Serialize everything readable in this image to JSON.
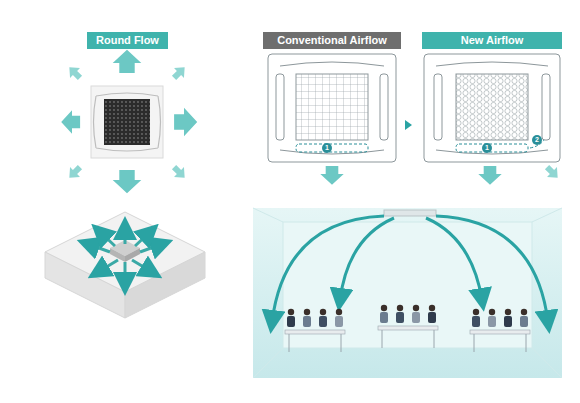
{
  "diagram": {
    "nodes": [
      {
        "text": [
          "Round Flow"
        ]
      },
      {
        "text": [
          "Conventional Airflow"
        ]
      },
      {
        "text": [
          "New Airflow"
        ]
      }
    ],
    "labels": [
      "1",
      "1",
      "2"
    ]
  }
}
